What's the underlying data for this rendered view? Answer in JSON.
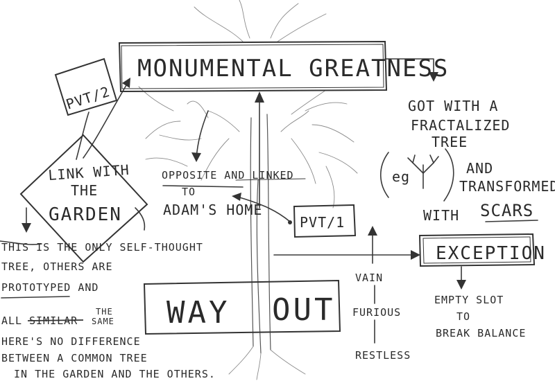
{
  "nodes": {
    "monumental": "MONUMENTAL GREATNESS",
    "pvt2": "PVT/2",
    "pvt1": "PVT/1",
    "link_l1": "LINK WITH",
    "link_l2": "THE",
    "link_l3": "GARDEN",
    "opposite_l1": "OPPOSITE AND LINKED",
    "opposite_l2": "TO",
    "opposite_l3": "ADAM'S HOME",
    "got_l1": "GOT WITH A",
    "got_l2": "FRACTALIZED",
    "got_l3": "TREE",
    "eg": "eg",
    "and_l1": "AND",
    "and_l2": "TRANSFORMED",
    "with_word": "WITH",
    "scars": "SCARS",
    "exception": "EXCEPTION",
    "empty_l1": "EMPTY SLOT",
    "empty_l2": "TO",
    "empty_l3": "BREAK BALANCE",
    "vain": "VAIN",
    "furious": "FURIOUS",
    "restless": "RESTLESS",
    "way": "WAY",
    "out": "OUT",
    "this_l1": "THIS IS THE ONLY SELF-THOUGHT",
    "this_l2": "TREE, OTHERS ARE",
    "this_l3": "PROTOTYPED AND",
    "all_word": "ALL",
    "similar_word": "SIMILAR",
    "the_same_l1": "THE",
    "the_same_l2": "SAME",
    "there_l1": "HERE'S NO DIFFERENCE",
    "there_l2": "BETWEEN A COMMON TREE",
    "there_l3": "IN THE GARDEN AND THE OTHERS."
  }
}
